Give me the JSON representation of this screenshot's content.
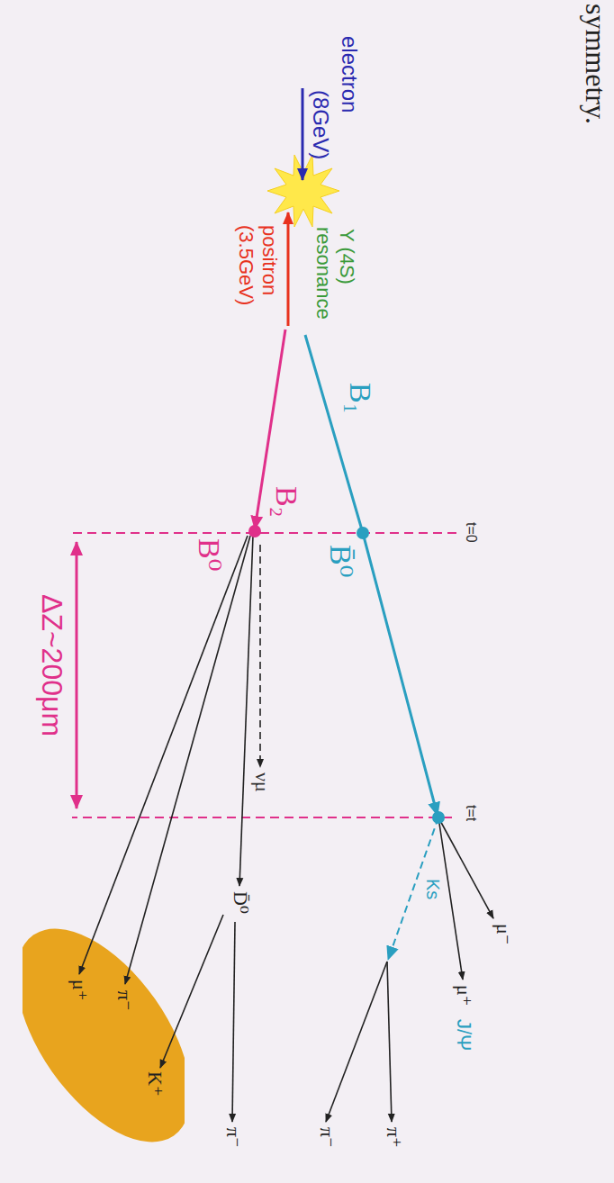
{
  "diagram": {
    "title": "symmetry.",
    "nodes": [
      {
        "text": [
          "π⁻",
          "K⁺",
          "μ⁺"
        ]
      }
    ],
    "labels": [
      "electron",
      "(8GeV)",
      "Υ (4S)",
      "resonance",
      "positron",
      "(3.5GeV)",
      "B₁",
      "B₂",
      "t=0",
      "B̄⁰",
      "B⁰",
      "ΔZ~200μm",
      "νμ",
      "t=t",
      "μ⁻",
      "μ⁺",
      "J/Ψ",
      "Ks",
      "π⁺",
      "π⁻",
      "D̄⁰",
      "π⁻"
    ]
  }
}
